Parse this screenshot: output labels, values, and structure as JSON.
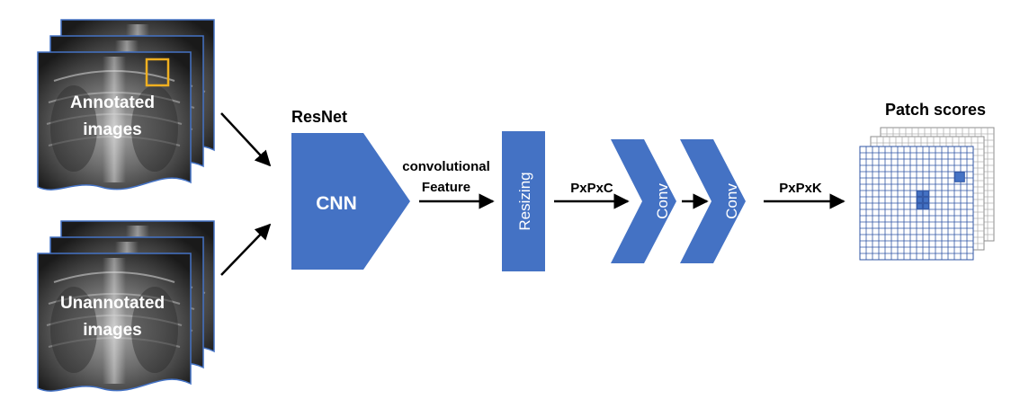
{
  "inputs": {
    "annotated": {
      "line1": "Annotated",
      "line2": "images"
    },
    "unannotated": {
      "line1": "Unannotated",
      "line2": "images"
    }
  },
  "backbone": {
    "title": "ResNet",
    "label": "CNN"
  },
  "feature": {
    "line1": "convolutional",
    "line2": "Feature"
  },
  "resize": {
    "label": "Resizing"
  },
  "dims": {
    "pxpxc": "PxPxC",
    "pxpxk": "PxPxK"
  },
  "conv": {
    "first": "Conv",
    "second": "Conv"
  },
  "output": {
    "title": "Patch scores"
  },
  "colors": {
    "block_blue": "#4472c4",
    "grid_blue": "#2f55a4",
    "annotation_box": "#f0b020",
    "xray_dark": "#1e1e1e"
  }
}
